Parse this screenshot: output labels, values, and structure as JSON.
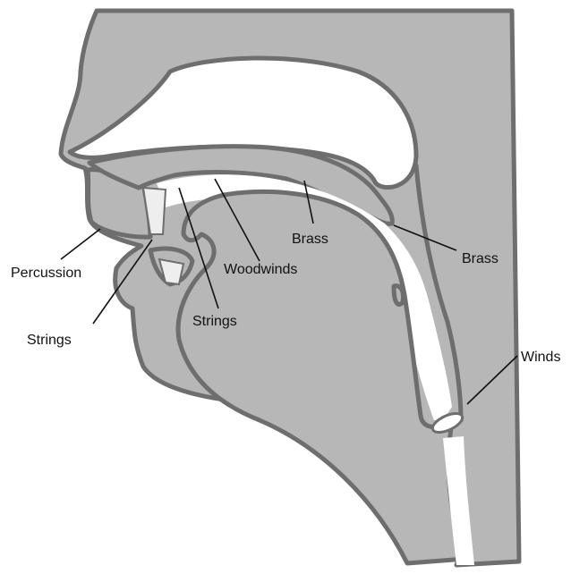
{
  "labels": {
    "percussion": "Percussion",
    "strings_lips": "Strings",
    "strings_teeth": "Strings",
    "woodwinds": "Woodwinds",
    "brass_palate": "Brass",
    "brass_velum": "Brass",
    "winds": "Winds"
  },
  "colors": {
    "tissue": "#b7b7b7",
    "outline": "#6e6e6e",
    "cavity": "#ffffff",
    "text": "#111111"
  }
}
